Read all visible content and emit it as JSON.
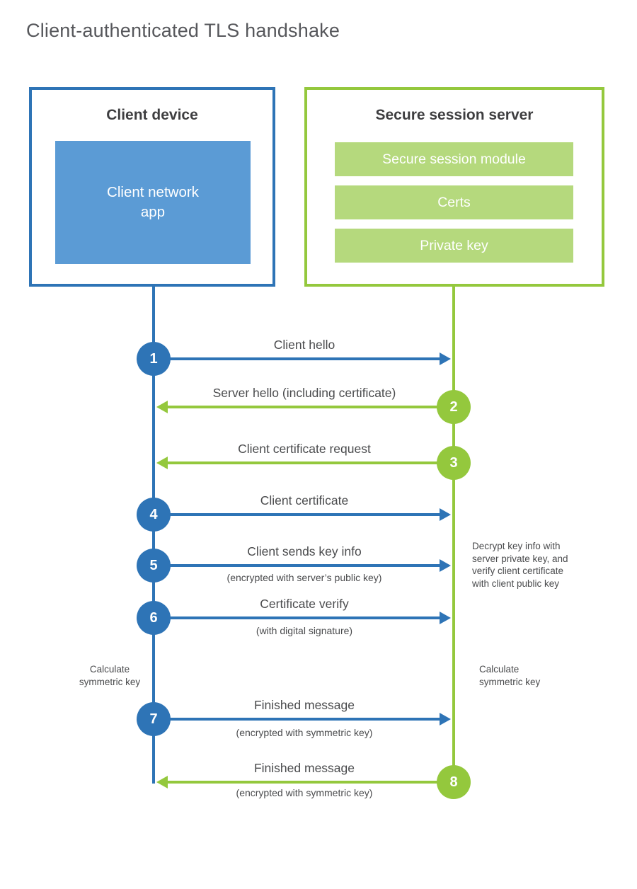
{
  "title": "Client-authenticated TLS handshake",
  "colors": {
    "blue_accent": "#2E74B6",
    "blue_fill": "#5B9BD5",
    "green_accent": "#94C83D",
    "green_fill": "#B5D97D",
    "heading_text": "#3E3E40",
    "label_text": "#4A4B4D",
    "title_text": "#56575B"
  },
  "client_box": {
    "heading": "Client device",
    "app_label": "Client network\napp"
  },
  "server_box": {
    "heading": "Secure session server",
    "modules": [
      "Secure session module",
      "Certs",
      "Private key"
    ]
  },
  "flows": [
    {
      "num": "1",
      "from": "client",
      "direction": "right",
      "label": "Client hello",
      "sub": ""
    },
    {
      "num": "2",
      "from": "server",
      "direction": "left",
      "label": "Server hello (including certificate)",
      "sub": ""
    },
    {
      "num": "3",
      "from": "server",
      "direction": "left",
      "label": "Client certificate request",
      "sub": ""
    },
    {
      "num": "4",
      "from": "client",
      "direction": "right",
      "label": "Client certificate",
      "sub": ""
    },
    {
      "num": "5",
      "from": "client",
      "direction": "right",
      "label": "Client sends key info",
      "sub": "(encrypted with server’s public key)"
    },
    {
      "num": "6",
      "from": "client",
      "direction": "right",
      "label": "Certificate verify",
      "sub": "(with digital signature)"
    },
    {
      "num": "7",
      "from": "client",
      "direction": "right",
      "label": "Finished message",
      "sub": "(encrypted with symmetric key)"
    },
    {
      "num": "8",
      "from": "server",
      "direction": "left",
      "label": "Finished message",
      "sub": "(encrypted with symmetric key)"
    }
  ],
  "annotations": {
    "decrypt_note": "Decrypt key info with\nserver private key, and\nverify client certificate\nwith client public key",
    "calc_left": "Calculate\nsymmetric key",
    "calc_right": "Calculate\nsymmetric key"
  }
}
